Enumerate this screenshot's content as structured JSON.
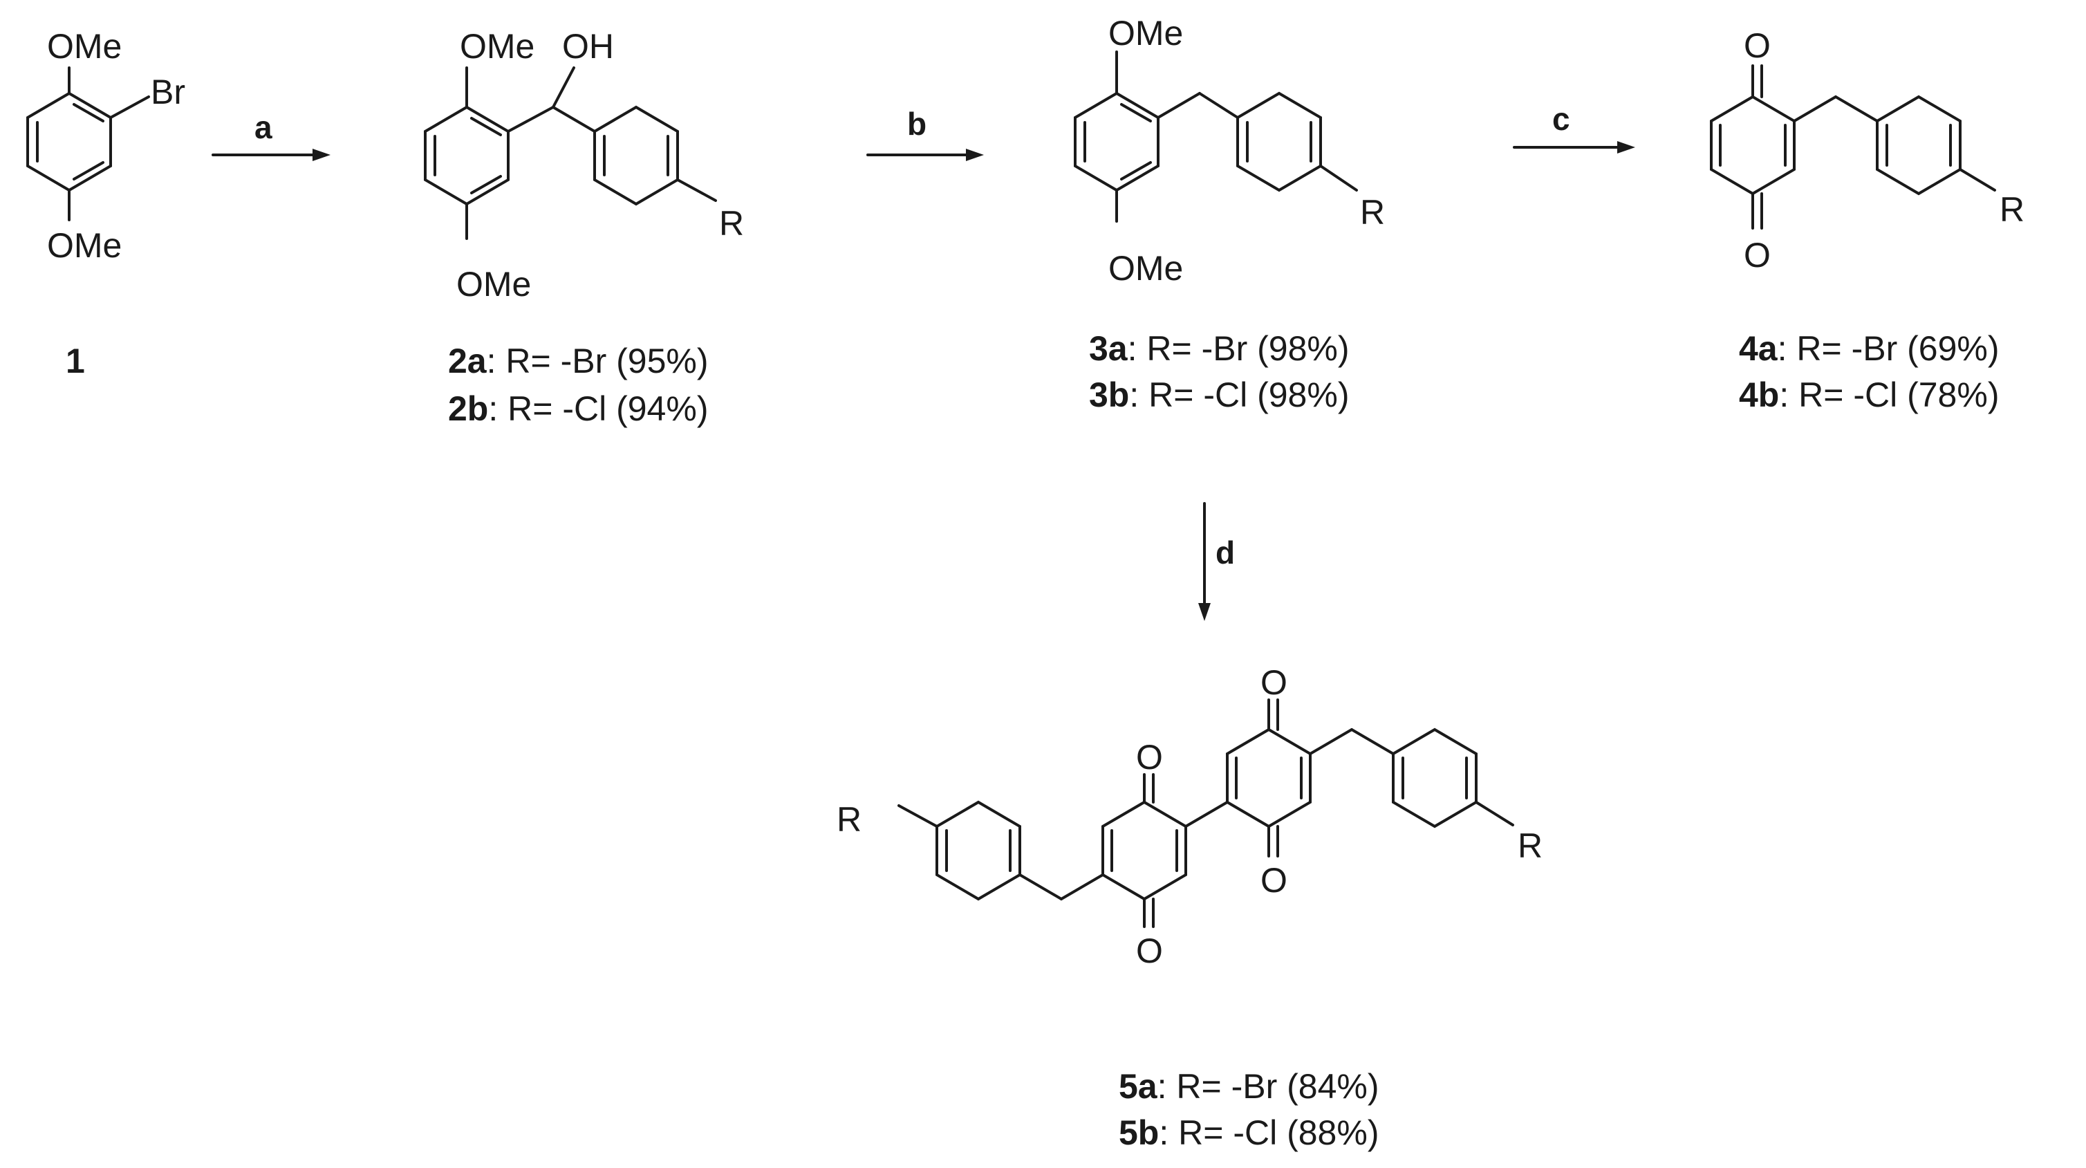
{
  "compounds": {
    "c1": {
      "label": "1",
      "substituents": [
        "OMe",
        "Br",
        "OMe"
      ]
    },
    "c2": {
      "substituents": [
        "OMe",
        "OH",
        "OMe",
        "R"
      ],
      "captions": [
        {
          "id": "2a",
          "text": ": R= -Br (95%)"
        },
        {
          "id": "2b",
          "text": ": R= -Cl (94%)"
        }
      ]
    },
    "c3": {
      "substituents": [
        "OMe",
        "OMe",
        "R"
      ],
      "captions": [
        {
          "id": "3a",
          "text": ": R= -Br (98%)"
        },
        {
          "id": "3b",
          "text": ": R= -Cl (98%)"
        }
      ]
    },
    "c4": {
      "substituents": [
        "O",
        "O",
        "R"
      ],
      "captions": [
        {
          "id": "4a",
          "text": ": R= -Br (69%)"
        },
        {
          "id": "4b",
          "text": ": R= -Cl (78%)"
        }
      ]
    },
    "c5": {
      "substituents": [
        "O",
        "O",
        "O",
        "O",
        "R",
        "R"
      ],
      "captions": [
        {
          "id": "5a",
          "text": ": R= -Br (84%)"
        },
        {
          "id": "5b",
          "text": ": R= -Cl (88%)"
        }
      ]
    }
  },
  "steps": [
    "a",
    "b",
    "c",
    "d"
  ]
}
